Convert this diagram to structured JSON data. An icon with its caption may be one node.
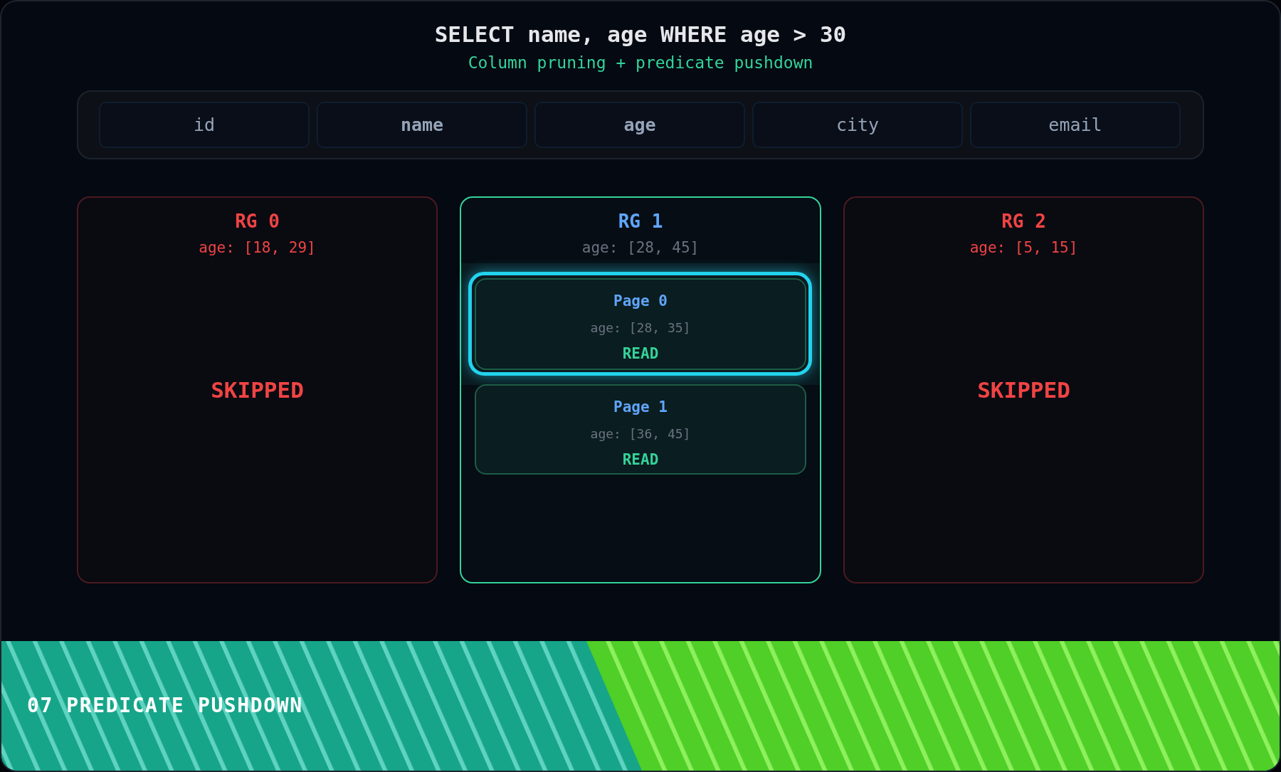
{
  "diagram": {
    "title": "SELECT name, age WHERE age > 30",
    "nodes": [
      {
        "text": [],
        "shape": "bar"
      },
      {
        "text": [
          "id"
        ],
        "in": 0
      },
      {
        "text": [
          "name"
        ],
        "in": 0
      },
      {
        "text": [
          "age"
        ],
        "in": 0
      },
      {
        "text": [
          "city"
        ],
        "in": 0
      },
      {
        "text": [
          "email"
        ],
        "in": 0
      },
      {
        "text": [
          "RG 0",
          "age: [18, 29]",
          "SKIPPED"
        ]
      },
      {
        "text": [
          "RG 1",
          "age: [28, 45]"
        ]
      },
      {
        "text": [
          "Page 0",
          "age: [28, 35]",
          "READ"
        ],
        "in": 7
      },
      {
        "text": [
          "Page 1",
          "age: [36, 45]",
          "READ"
        ],
        "in": 7
      },
      {
        "text": [
          "RG 2",
          "age: [5, 15]",
          "SKIPPED"
        ]
      },
      {
        "text": [
          "07 PREDICATE PUSHDOWN"
        ]
      }
    ],
    "labels": [
      "Column pruning + predicate pushdown"
    ]
  }
}
